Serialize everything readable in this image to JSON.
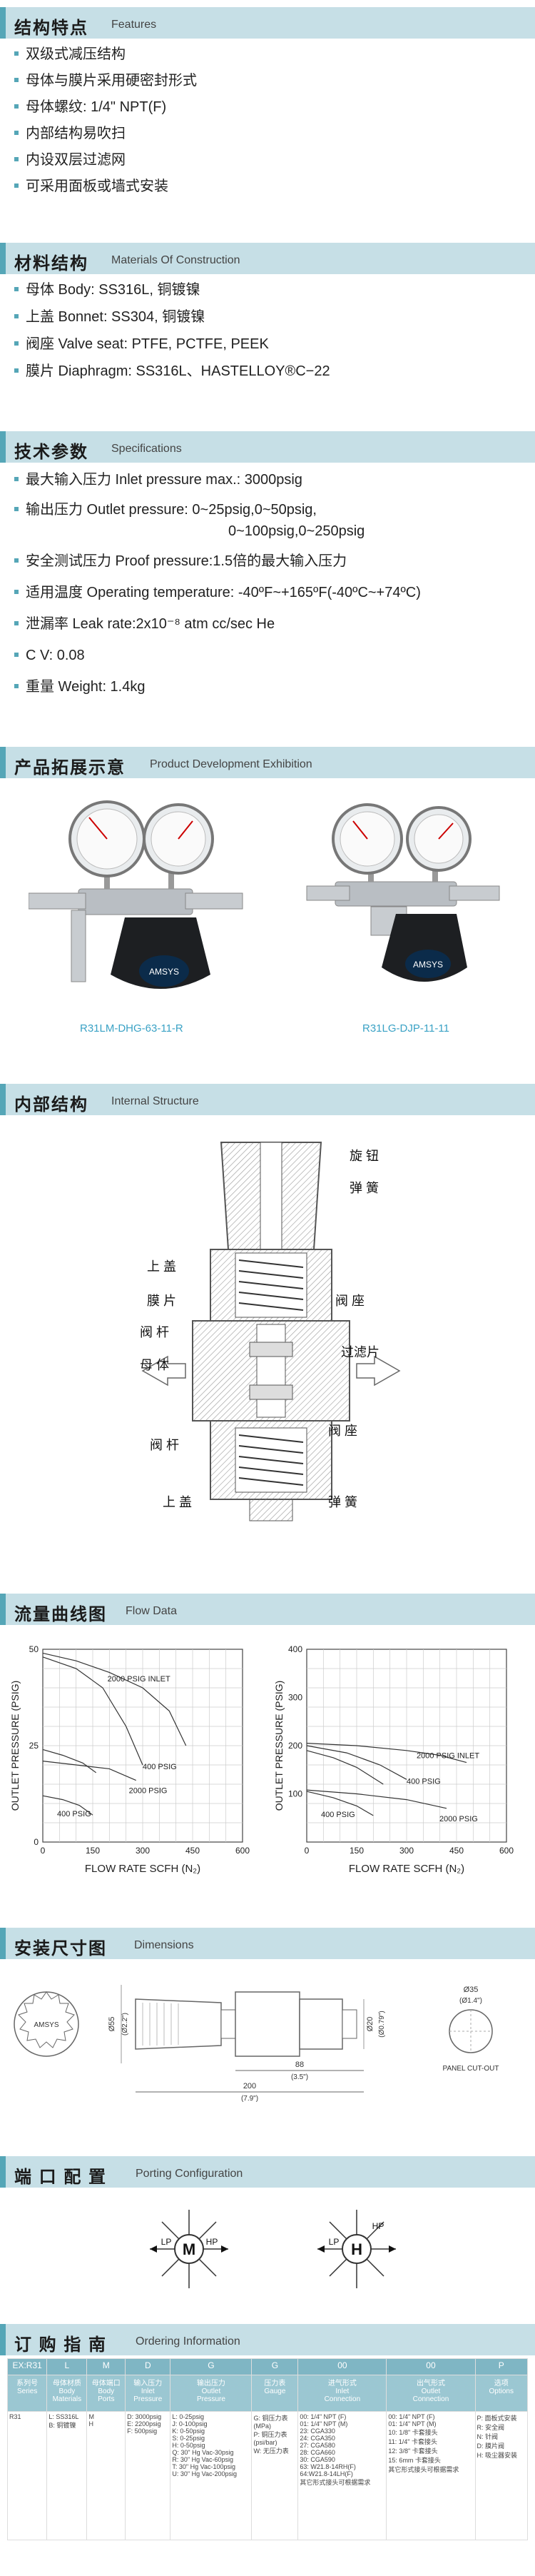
{
  "sections": {
    "features": {
      "cn": "结构特点",
      "en": "Features"
    },
    "materials": {
      "cn": "材料结构",
      "en": "Materials Of Construction"
    },
    "specs": {
      "cn": "技术参数",
      "en": "Specifications"
    },
    "products": {
      "cn": "产品拓展示意",
      "en": "Product Development Exhibition"
    },
    "internal": {
      "cn": "内部结构",
      "en": "Internal Structure"
    },
    "flow": {
      "cn": "流量曲线图",
      "en": "Flow Data"
    },
    "dimensions": {
      "cn": "安装尺寸图",
      "en": "Dimensions"
    },
    "porting": {
      "cn": "端 口 配 置",
      "en": "Porting Configuration"
    },
    "ordering": {
      "cn": "订 购 指 南",
      "en": "Ordering Information"
    }
  },
  "features": [
    "双级式减压结构",
    "母体与膜片采用硬密封形式",
    "母体螺纹: 1/4\" NPT(F)",
    "内部结构易吹扫",
    "内设双层过滤网",
    "可采用面板或墙式安装"
  ],
  "materials": [
    "母体  Body: SS316L, 铜镀镍",
    "上盖  Bonnet: SS304, 铜镀镍",
    "阀座  Valve seat: PTFE, PCTFE, PEEK",
    "膜片  Diaphragm: SS316L、HASTELLOY®C−22"
  ],
  "specs": [
    "最大输入压力  Inlet pressure max.: 3000psig",
    "输出压力 Outlet pressure: 0~25psig,0~50psig,",
    "0~100psig,0~250psig",
    "安全测试压力 Proof pressure:1.5倍的最大输入压力",
    "适用温度  Operating temperature: -40ºF~+165ºF(-40ºC~+74ºC)",
    "泄漏率  Leak rate:2x10⁻⁸ atm cc/sec He",
    "C V: 0.08",
    "重量  Weight: 1.4kg"
  ],
  "products": {
    "left_caption": "R31LM-DHG-63-11-R",
    "right_caption": "R31LG-DJP-11-11",
    "brand": "AMSYS"
  },
  "internal_labels": {
    "knob": "旋 钮",
    "spring_top": "弹 簧",
    "bonnet_top": "上 盖",
    "diaphragm": "膜 片",
    "seat_top": "阀 座",
    "stem_top": "阀 杆",
    "body": "母 体",
    "filter": "过滤片",
    "stem_bottom": "阀 杆",
    "seat_bottom": "阀 座",
    "bonnet_bottom": "上 盖",
    "spring_bottom": "弹 簧"
  },
  "chart_data": [
    {
      "type": "line",
      "xlabel": "FLOW  RATE SCFH (N₂)",
      "ylabel": "OUTLET PRESSURE (PSIG)",
      "xlim": [
        0,
        600
      ],
      "ylim": [
        0,
        50
      ],
      "xticks": [
        0,
        150,
        300,
        450,
        600
      ],
      "yticks": [
        0,
        25,
        50
      ],
      "grid": true,
      "series": [
        {
          "name": "2000 PSIG INLET",
          "x": [
            0,
            100,
            200,
            300,
            380,
            430
          ],
          "y": [
            49,
            47,
            44,
            40,
            34,
            25
          ]
        },
        {
          "name": "400 PSIG",
          "x": [
            0,
            100,
            180,
            250,
            300
          ],
          "y": [
            48,
            45,
            40,
            30,
            20
          ]
        },
        {
          "name": "",
          "x": [
            0,
            60,
            120,
            160
          ],
          "y": [
            24,
            22.5,
            20.5,
            18
          ]
        },
        {
          "name": "2000 PSIG",
          "x": [
            0,
            100,
            200,
            280
          ],
          "y": [
            21,
            20,
            19,
            16
          ]
        },
        {
          "name": "400 PSIG",
          "x": [
            0,
            60,
            110,
            150
          ],
          "y": [
            12,
            11,
            9.5,
            7
          ]
        }
      ]
    },
    {
      "type": "line",
      "xlabel": "FLOW  RATE SCFH (N₂)",
      "ylabel": "OUTLET PRESSURE (PSIG)",
      "xlim": [
        0,
        600
      ],
      "ylim": [
        0,
        400
      ],
      "xticks": [
        0,
        150,
        300,
        450,
        600
      ],
      "yticks": [
        100,
        200,
        300,
        400
      ],
      "grid": true,
      "series": [
        {
          "name": "2000 PSIG INLET",
          "x": [
            0,
            150,
            300,
            400,
            480
          ],
          "y": [
            205,
            200,
            190,
            180,
            165
          ]
        },
        {
          "name": "400 PSIG",
          "x": [
            0,
            120,
            220,
            300
          ],
          "y": [
            200,
            185,
            160,
            130
          ]
        },
        {
          "name": "",
          "x": [
            0,
            80,
            150,
            230
          ],
          "y": [
            190,
            175,
            155,
            120
          ]
        },
        {
          "name": "2000 PSIG",
          "x": [
            0,
            150,
            300,
            420
          ],
          "y": [
            108,
            100,
            88,
            70
          ]
        },
        {
          "name": "400 PSIG",
          "x": [
            0,
            80,
            150,
            200
          ],
          "y": [
            105,
            92,
            75,
            55
          ]
        }
      ]
    }
  ],
  "dimensions": {
    "d1": "Ø55",
    "d1_in": "(Ø2.2\")",
    "d2": "Ø20",
    "d2_in": "(Ø0.79\")",
    "len1": "88",
    "len1_in": "(3.5\")",
    "len2": "200",
    "len2_in": "(7.9\")",
    "panel_d": "Ø35",
    "panel_d_in": "(Ø1.4\")",
    "panel_label": "PANEL CUT-OUT",
    "front_brand": "AMSYS"
  },
  "porting": {
    "m": {
      "center": "M",
      "lp": "LP",
      "hp": "HP"
    },
    "h": {
      "center": "H",
      "lp": "LP",
      "hp": "HP"
    }
  },
  "ordering": {
    "codes": [
      "EX:R31",
      "L",
      "M",
      "D",
      "G",
      "G",
      "00",
      "00",
      "P"
    ],
    "headers": [
      "系列号\nSeries",
      "母体材质\nBody\nMaterials",
      "母体端口\nBody\nPorts",
      "输入压力\nInlet\nPressure",
      "输出压力\nOutlet\nPressure",
      "压力表\nGauge",
      "进气形式\nInlet\nConnection",
      "出气形式\nOutlet\nConnection",
      "选项\nOptions"
    ],
    "columns": [
      [
        "R31"
      ],
      [
        "L: SS316L",
        "B: 铜镀镍"
      ],
      [
        "M",
        "H"
      ],
      [
        "D: 3000psig",
        "E: 2200psig",
        "F: 500psig"
      ],
      [
        "L: 0-25psig",
        "J: 0-100psig",
        "K: 0-50psig",
        "S: 0-25psig",
        "H: 0-50psig",
        "Q: 30\" Hg Vac-30psig",
        "R: 30\" Hg Vac-60psig",
        "T: 30\" Hg Vac-100psig",
        "U: 30\" Hg Vac-200psig"
      ],
      [
        "G: 铜压力表",
        "(MPa)",
        "P: 铜压力表",
        "(psi/bar)",
        "W: 无压力表"
      ],
      [
        "00: 1/4\" NPT (F)",
        "01: 1/4\" NPT (M)",
        "23: CGA330",
        "24: CGA350",
        "27: CGA580",
        "28: CGA660",
        "30: CGA590",
        "63: W21.8-14RH(F)",
        "64:W21.8-14LH(F)",
        "其它形式接头可根据需求"
      ],
      [
        "00: 1/4\" NPT (F)",
        "01: 1/4\" NPT (M)",
        "10: 1/8\" 卡套接头",
        "11: 1/4\" 卡套接头",
        "12: 3/8\" 卡套接头",
        "15: 6mm 卡套接头",
        "其它形式接头可根据需求"
      ],
      [
        "P: 面板式安装",
        "R: 安全阀",
        "N: 针阀",
        "D: 膜片阀",
        "H: 吸尘器安装"
      ]
    ]
  }
}
